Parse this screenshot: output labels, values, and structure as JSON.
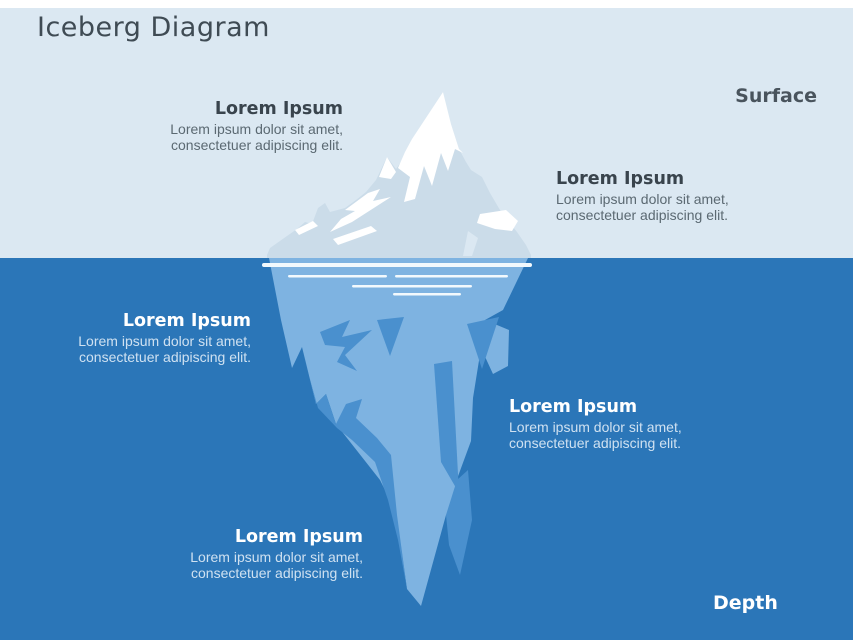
{
  "title": "Iceberg Diagram",
  "zones": {
    "surface_label": "Surface",
    "depth_label": "Depth"
  },
  "info_blocks": [
    {
      "position": "top-left",
      "heading": "Lorem Ipsum",
      "body_line1": "Lorem ipsum dolor sit amet,",
      "body_line2": "consectetuer adipiscing elit."
    },
    {
      "position": "top-right",
      "heading": "Lorem Ipsum",
      "body_line1": "Lorem ipsum dolor sit amet,",
      "body_line2": "consectetuer adipiscing elit."
    },
    {
      "position": "middle-left",
      "heading": "Lorem Ipsum",
      "body_line1": "Lorem ipsum dolor sit amet,",
      "body_line2": "consectetuer adipiscing elit."
    },
    {
      "position": "middle-right",
      "heading": "Lorem Ipsum",
      "body_line1": "Lorem ipsum dolor sit amet,",
      "body_line2": "consectetuer adipiscing elit."
    },
    {
      "position": "bottom",
      "heading": "Lorem Ipsum",
      "body_line1": "Lorem ipsum dolor sit amet,",
      "body_line2": "consectetuer adipiscing elit."
    }
  ],
  "colors": {
    "top_border": "#ffffff",
    "sky": "#dbe8f2",
    "water": "#2b76b8",
    "iceberg_above": "#cbdce9",
    "snow": "#ffffff",
    "iceberg_below": "#7eb3e1",
    "iceberg_shadow": "#4a90ce",
    "ripple": "#f2f9fd",
    "title_text": "#3f4b54",
    "heading_dark": "#39444d",
    "body_dark": "#5b6972",
    "heading_light": "#ffffff",
    "body_light": "#cfe1f1"
  }
}
